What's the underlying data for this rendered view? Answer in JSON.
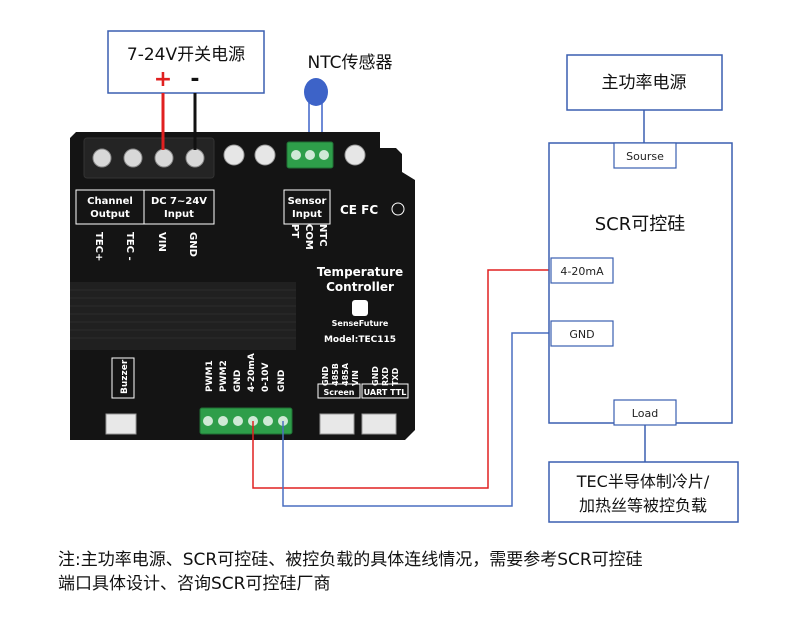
{
  "power_label": "7-24V开关电源",
  "plus_sign": "+",
  "minus_sign": "-",
  "ntc_label": "NTC传感器",
  "main_power_label": "主功率电源",
  "scr_label": "SCR可控硅",
  "scr_port_source": "Sourse",
  "scr_port_420": "4-20mA",
  "scr_port_gnd": "GND",
  "scr_port_load": "Load",
  "tec_label_line1": "TEC半导体制冷片/",
  "tec_label_line2": "加热丝等被控负载",
  "device": {
    "channel_output": [
      "Channel",
      "Output"
    ],
    "dc_input": [
      "DC 7~24V",
      "Input"
    ],
    "sensor_input": [
      "Sensor",
      "Input"
    ],
    "top_pins": [
      "TEC+",
      "TEC -",
      "VIN",
      "GND"
    ],
    "sensor_pins": [
      "PT",
      "COM",
      "NTC"
    ],
    "title": [
      "Temperature",
      "Controller"
    ],
    "brand": "SenseFuture",
    "model": "Model:TEC115",
    "buzzer": "Buzzer",
    "bottom_pins": [
      "PWM1",
      "PWM2",
      "GND",
      "4-20mA",
      "0-10V",
      "GND"
    ],
    "screen_pins": [
      "GND",
      "485B",
      "485A",
      "VIN"
    ],
    "uart_pins": [
      "GND",
      "RXD",
      "TXD"
    ],
    "screen_label": "Screen",
    "uart_label": "UART TTL",
    "cert_marks": "CE FC"
  },
  "note_line1": "注:主功率电源、SCR可控硅、被控负载的具体连线情况，需要参考SCR可控硅",
  "note_line2": "端口具体设计、咨询SCR可控硅厂商",
  "colors": {
    "box_border": "#3a5fb0",
    "wire_red": "#e02020",
    "wire_blue": "#4a6fc0",
    "device_body": "#141414",
    "terminal_green": "#2e9e4a",
    "ntc_blue": "#3d63c8"
  }
}
